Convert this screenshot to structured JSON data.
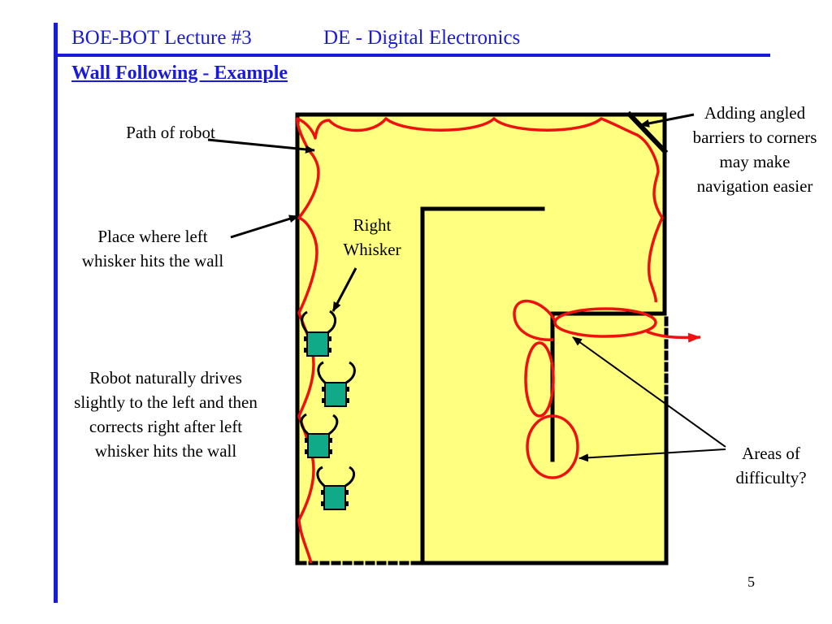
{
  "header": {
    "lecture": "BOE-BOT Lecture #3",
    "course": "DE - Digital Electronics"
  },
  "slide_title": "Wall Following - Example",
  "labels": {
    "path_of_robot": "Path of robot",
    "left_whisker_hits": "Place where left whisker hits the wall",
    "right_whisker": "Right Whisker",
    "angled_barriers": "Adding angled barriers to corners may make navigation easier",
    "robot_drives": "Robot naturally drives slightly to the left and then corrects right after left whisker hits the wall",
    "areas_of_difficulty": "Areas of difficulty?"
  },
  "page_number": "5",
  "colors": {
    "accent": "#1a1adb",
    "maze_fill": "#ffff80",
    "path": "#ee1111",
    "robot": "#11aa88",
    "wall": "#000000"
  }
}
